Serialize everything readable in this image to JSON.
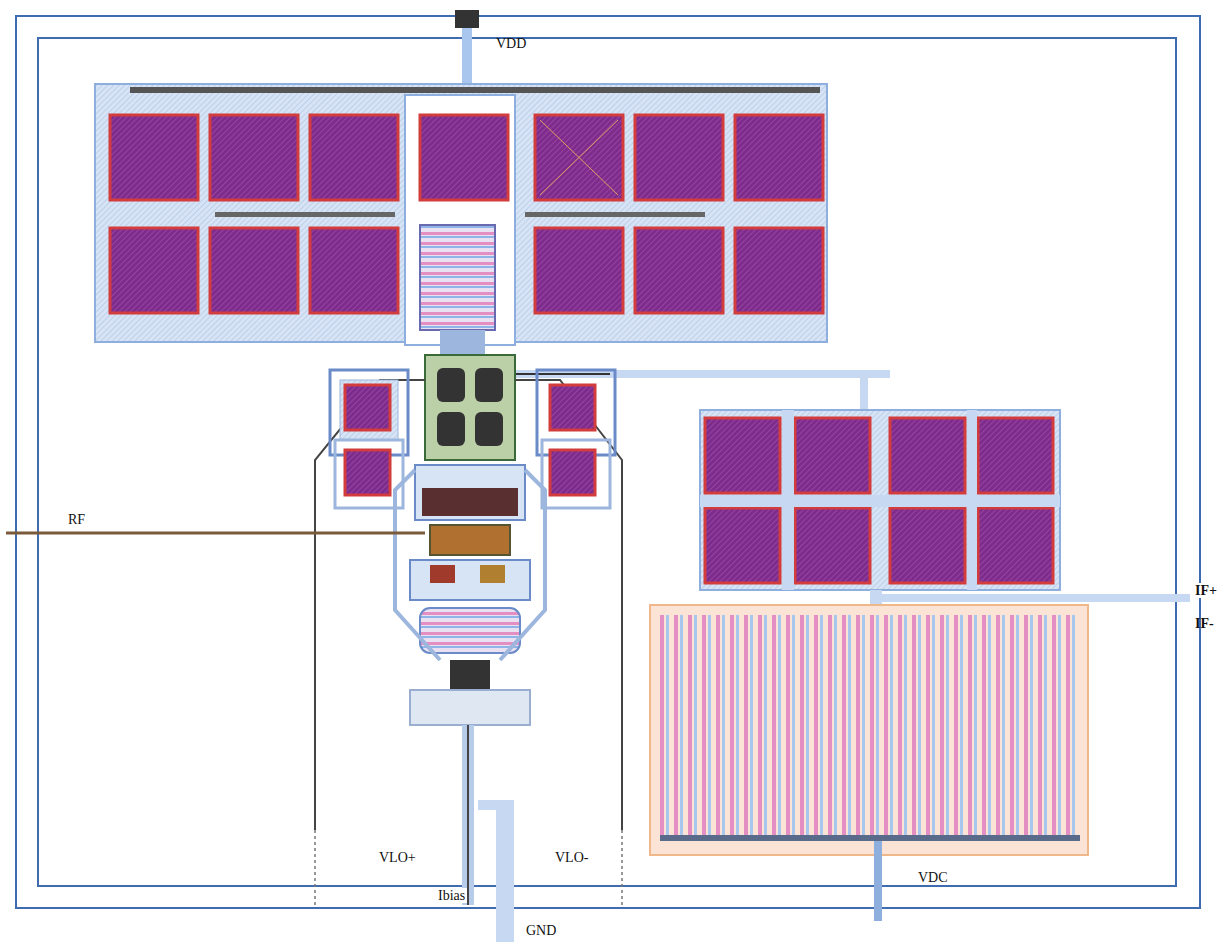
{
  "diagram": {
    "labels": [
      "VDD",
      "RF",
      "IF+",
      "IF-",
      "VLO+",
      "Ibias",
      "VLO-",
      "VDC",
      "GND"
    ]
  }
}
